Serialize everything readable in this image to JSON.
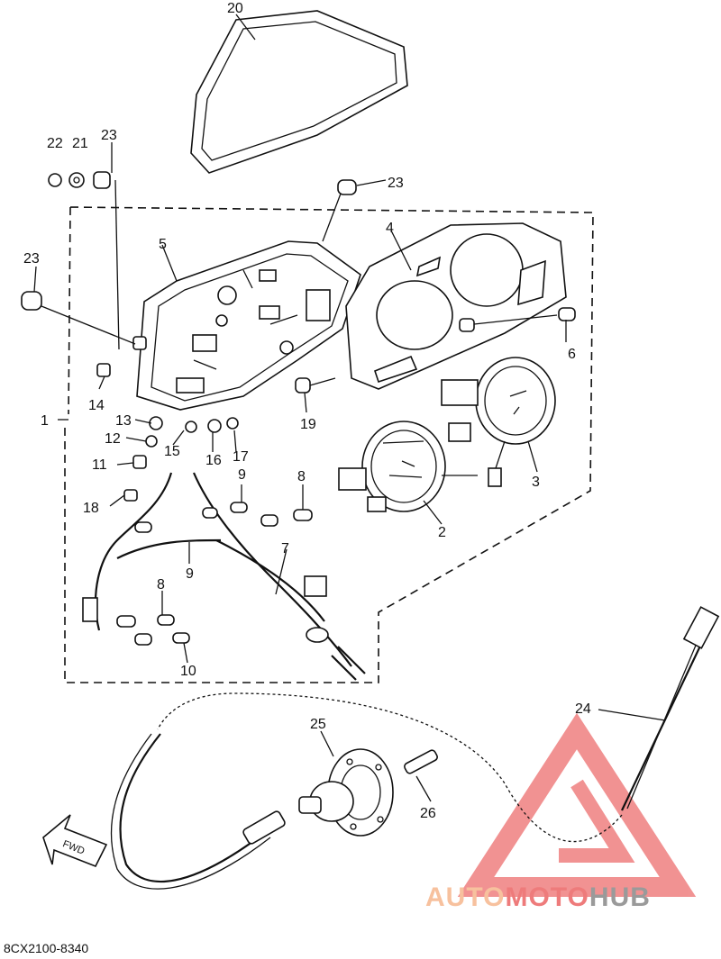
{
  "diagram": {
    "labels": [
      {
        "id": "1",
        "text": "1"
      },
      {
        "id": "2",
        "text": "2"
      },
      {
        "id": "3",
        "text": "3"
      },
      {
        "id": "4",
        "text": "4"
      },
      {
        "id": "5",
        "text": "5"
      },
      {
        "id": "6",
        "text": "6"
      },
      {
        "id": "7",
        "text": "7"
      },
      {
        "id": "8a",
        "text": "8"
      },
      {
        "id": "8b",
        "text": "8"
      },
      {
        "id": "9a",
        "text": "9"
      },
      {
        "id": "9b",
        "text": "9"
      },
      {
        "id": "10",
        "text": "10"
      },
      {
        "id": "11",
        "text": "11"
      },
      {
        "id": "12",
        "text": "12"
      },
      {
        "id": "13",
        "text": "13"
      },
      {
        "id": "14",
        "text": "14"
      },
      {
        "id": "15",
        "text": "15"
      },
      {
        "id": "16",
        "text": "16"
      },
      {
        "id": "17",
        "text": "17"
      },
      {
        "id": "18",
        "text": "18"
      },
      {
        "id": "19",
        "text": "19"
      },
      {
        "id": "20",
        "text": "20"
      },
      {
        "id": "21",
        "text": "21"
      },
      {
        "id": "22",
        "text": "22"
      },
      {
        "id": "23a",
        "text": "23"
      },
      {
        "id": "23b",
        "text": "23"
      },
      {
        "id": "23c",
        "text": "23"
      },
      {
        "id": "24",
        "text": "24"
      },
      {
        "id": "25",
        "text": "25"
      },
      {
        "id": "26",
        "text": "26"
      }
    ],
    "fwd_text": "FWD",
    "part_code": "8CX2100-8340",
    "watermark": {
      "part1": "AUTO",
      "part2": "MOTO",
      "part3": "HUB"
    }
  }
}
